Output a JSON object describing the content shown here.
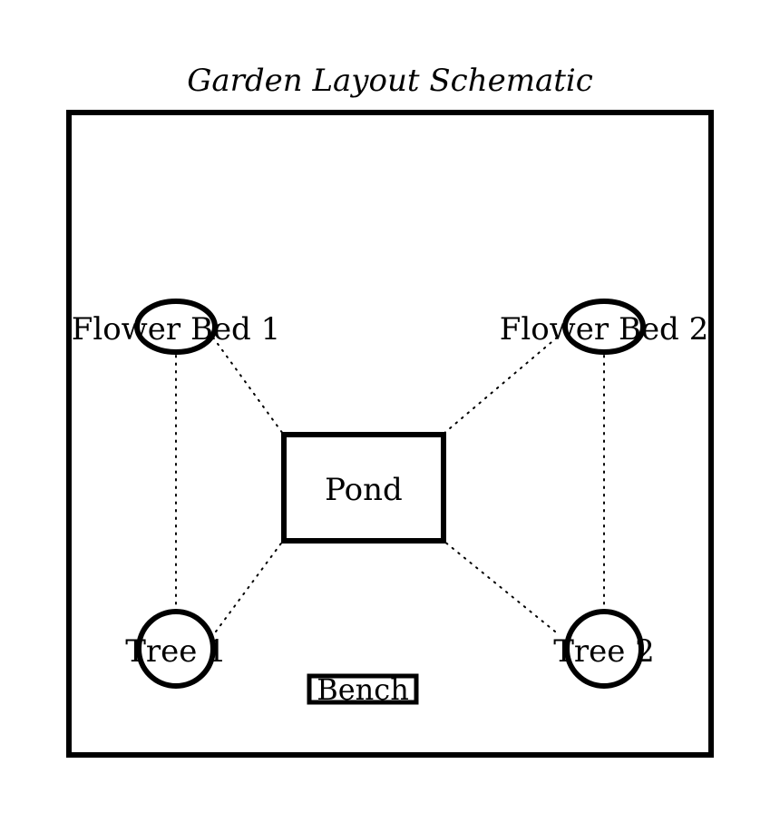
{
  "title": "Garden Layout Schematic",
  "nodes": {
    "flower_bed_1": "Flower Bed 1",
    "flower_bed_2": "Flower Bed 2",
    "pond": "Pond",
    "tree_1": "Tree 1",
    "tree_2": "Tree 2",
    "bench": "Bench"
  },
  "connections": [
    [
      "Flower Bed 1",
      "Pond"
    ],
    [
      "Flower Bed 2",
      "Pond"
    ],
    [
      "Tree 1",
      "Pond"
    ],
    [
      "Tree 2",
      "Pond"
    ],
    [
      "Flower Bed 1",
      "Tree 1"
    ],
    [
      "Flower Bed 2",
      "Tree 2"
    ]
  ],
  "colors": {
    "stroke": "#000000",
    "background": "#ffffff"
  }
}
